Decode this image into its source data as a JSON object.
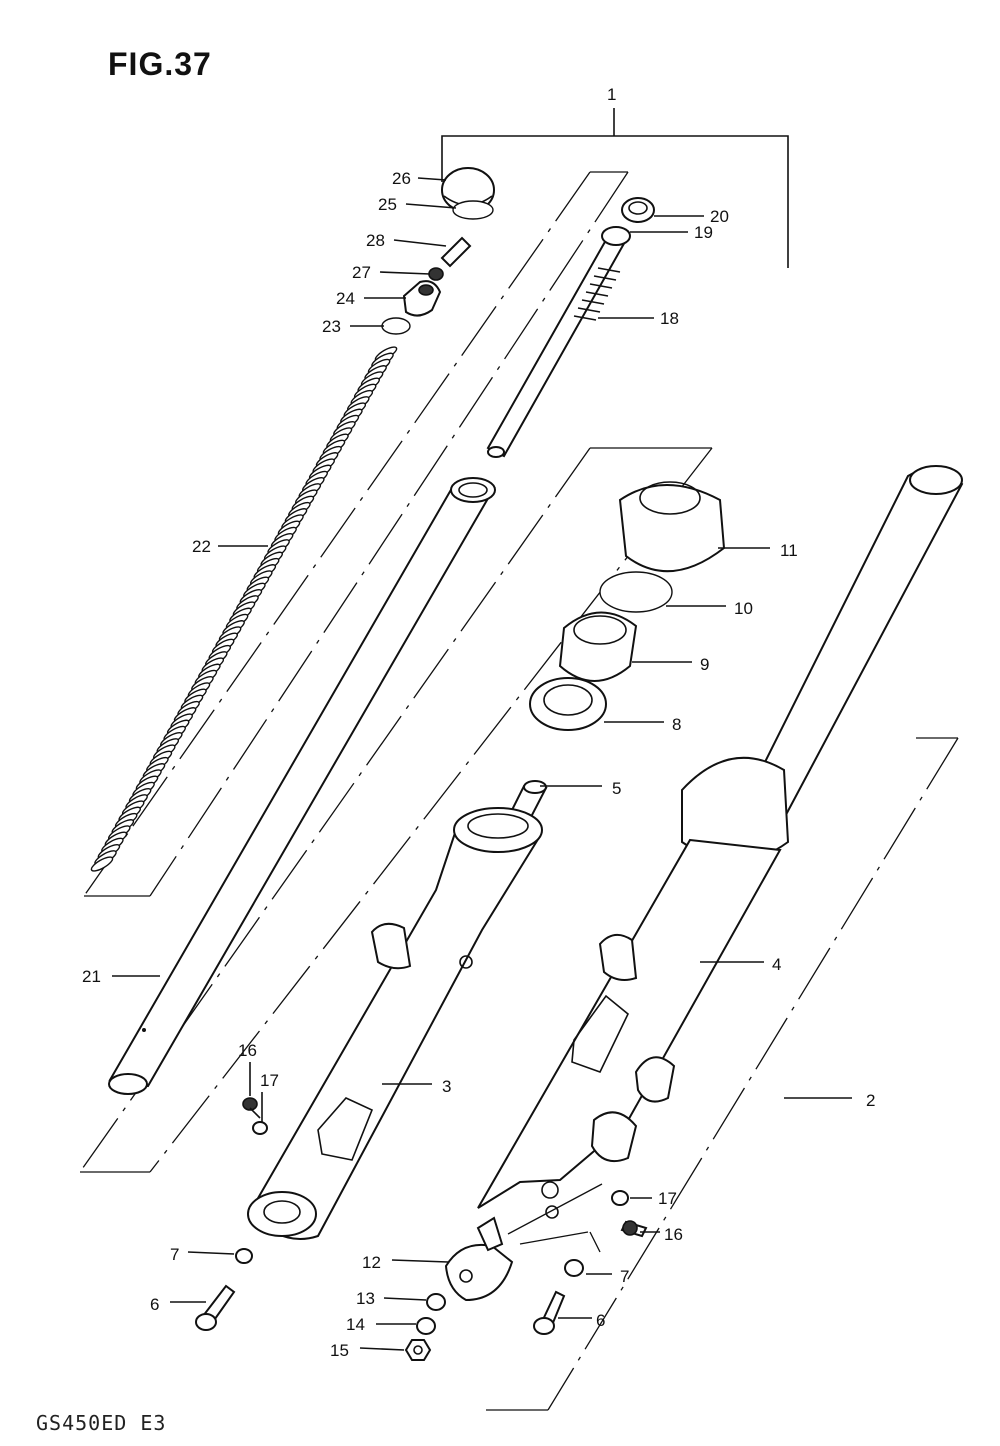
{
  "figure": {
    "title": "FIG.37",
    "model_code": "GS450ED E3"
  },
  "callouts": [
    {
      "id": "c1",
      "text": "1"
    },
    {
      "id": "c2",
      "text": "2"
    },
    {
      "id": "c3",
      "text": "3"
    },
    {
      "id": "c4",
      "text": "4"
    },
    {
      "id": "c5",
      "text": "5"
    },
    {
      "id": "c6a",
      "text": "6"
    },
    {
      "id": "c6b",
      "text": "6"
    },
    {
      "id": "c7a",
      "text": "7"
    },
    {
      "id": "c7b",
      "text": "7"
    },
    {
      "id": "c8",
      "text": "8"
    },
    {
      "id": "c9",
      "text": "9"
    },
    {
      "id": "c10",
      "text": "10"
    },
    {
      "id": "c11",
      "text": "11"
    },
    {
      "id": "c12",
      "text": "12"
    },
    {
      "id": "c13",
      "text": "13"
    },
    {
      "id": "c14",
      "text": "14"
    },
    {
      "id": "c15",
      "text": "15"
    },
    {
      "id": "c16a",
      "text": "16"
    },
    {
      "id": "c16b",
      "text": "16"
    },
    {
      "id": "c17a",
      "text": "17"
    },
    {
      "id": "c17b",
      "text": "17"
    },
    {
      "id": "c18",
      "text": "18"
    },
    {
      "id": "c19",
      "text": "19"
    },
    {
      "id": "c20",
      "text": "20"
    },
    {
      "id": "c21",
      "text": "21"
    },
    {
      "id": "c22",
      "text": "22"
    },
    {
      "id": "c23",
      "text": "23"
    },
    {
      "id": "c24",
      "text": "24"
    },
    {
      "id": "c25",
      "text": "25"
    },
    {
      "id": "c26",
      "text": "26"
    },
    {
      "id": "c27",
      "text": "27"
    },
    {
      "id": "c28",
      "text": "28"
    }
  ]
}
